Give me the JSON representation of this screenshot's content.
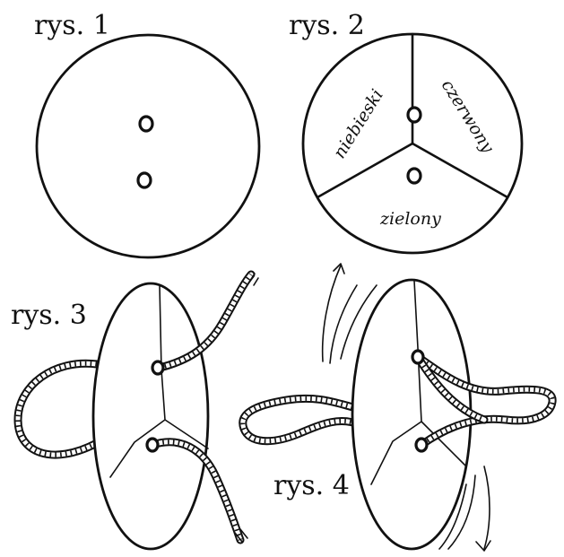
{
  "figures": {
    "fig1": {
      "label": "rys. 1"
    },
    "fig2": {
      "label": "rys. 2",
      "sectors": {
        "left": "niebieski",
        "right": "czerwony",
        "bottom": "zielony"
      }
    },
    "fig3": {
      "label": "rys. 3"
    },
    "fig4": {
      "label": "rys. 4"
    }
  }
}
